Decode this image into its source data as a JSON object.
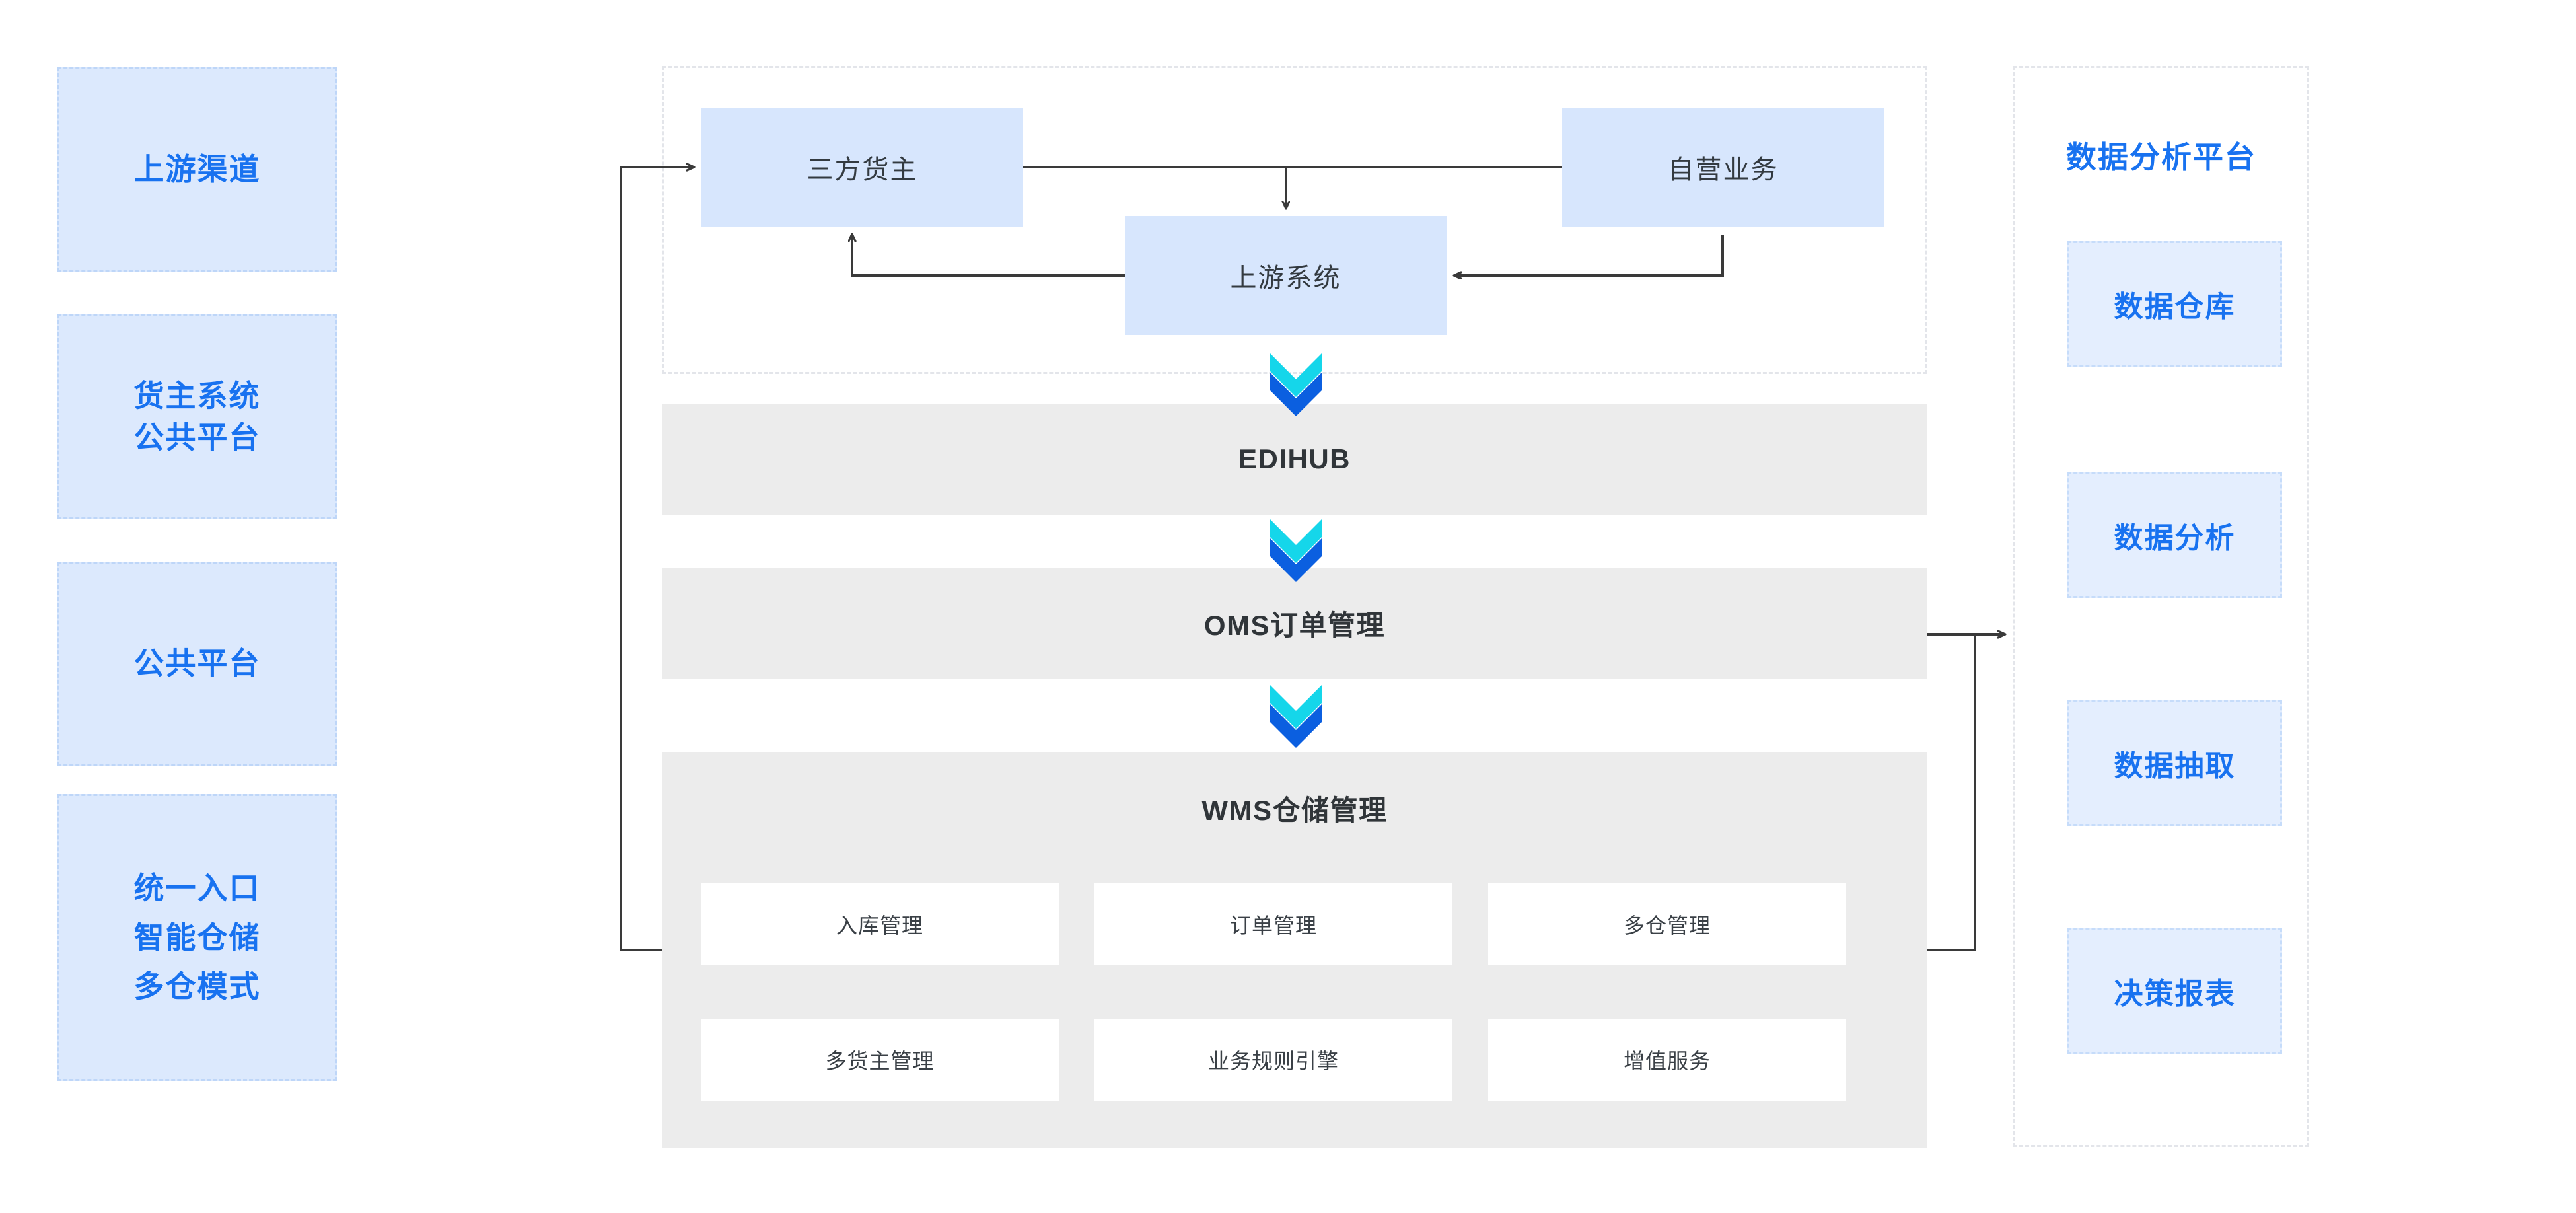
{
  "diagram": {
    "title_hidden": "",
    "colors": {
      "accent_blue": "#1872F0",
      "light_blue_fill": "#DCE9FD",
      "blue_box_fill": "#D7E6FD",
      "gray_band": "#ECECEC",
      "dark_text": "#303539",
      "dashed_gray": "#E3E5EA",
      "chevron_top": "#15D6EA",
      "chevron_bottom": "#0B5FE0",
      "arrow_line": "#3A3A3A"
    }
  },
  "left_column": {
    "items": [
      {
        "lines": [
          "上游渠道"
        ]
      },
      {
        "lines": [
          "货主系统",
          "公共平台"
        ]
      },
      {
        "lines": [
          "公共平台"
        ]
      },
      {
        "lines": [
          "统一入口",
          "智能仓储",
          "多仓模式"
        ]
      }
    ]
  },
  "upstream_group": {
    "boxes": [
      {
        "label": "三方货主",
        "position": "top-left"
      },
      {
        "label": "自营业务",
        "position": "top-right"
      },
      {
        "label": "上游系统",
        "position": "bottom-center"
      }
    ]
  },
  "middle_stack": {
    "bands": [
      {
        "label": "EDIHUB"
      },
      {
        "label": "OMS订单管理"
      }
    ],
    "wms": {
      "label": "WMS仓储管理",
      "modules": [
        "入库管理",
        "订单管理",
        "多仓管理",
        "多货主管理",
        "业务规则引擎",
        "增值服务"
      ]
    }
  },
  "right_panel": {
    "title": "数据分析平台",
    "items": [
      {
        "label": "数据仓库"
      },
      {
        "label": "数据分析"
      },
      {
        "label": "数据抽取"
      },
      {
        "label": "决策报表"
      }
    ]
  },
  "connectors": [
    {
      "name": "wms-to-upstream-feedback",
      "from": "WMS仓储管理",
      "to": "三方货主",
      "direction": "left-up-right"
    },
    {
      "name": "third-party-to-self-operated",
      "from": "三方货主",
      "to": "自营业务",
      "direction": "horizontal"
    },
    {
      "name": "branch-down-to-upstream-system",
      "from": "三方货主-自营业务连线",
      "to": "上游系统",
      "direction": "down"
    },
    {
      "name": "upstream-system-to-third-party",
      "from": "上游系统",
      "to": "三方货主",
      "direction": "left-up"
    },
    {
      "name": "upstream-system-to-self-operated",
      "from": "上游系统",
      "to": "自营业务",
      "direction": "right-up"
    },
    {
      "name": "upstream-to-edihub",
      "from": "上游系统",
      "to": "EDIHUB",
      "direction": "down",
      "style": "double-chevron"
    },
    {
      "name": "edihub-to-oms",
      "from": "EDIHUB",
      "to": "OMS订单管理",
      "direction": "down",
      "style": "double-chevron"
    },
    {
      "name": "oms-to-wms",
      "from": "OMS订单管理",
      "to": "WMS仓储管理",
      "direction": "down",
      "style": "double-chevron"
    },
    {
      "name": "oms-to-data-platform",
      "from": "OMS订单管理",
      "to": "数据分析平台",
      "direction": "right"
    },
    {
      "name": "wms-to-data-platform",
      "from": "WMS仓储管理",
      "to": "数据分析平台",
      "direction": "right-up"
    }
  ]
}
